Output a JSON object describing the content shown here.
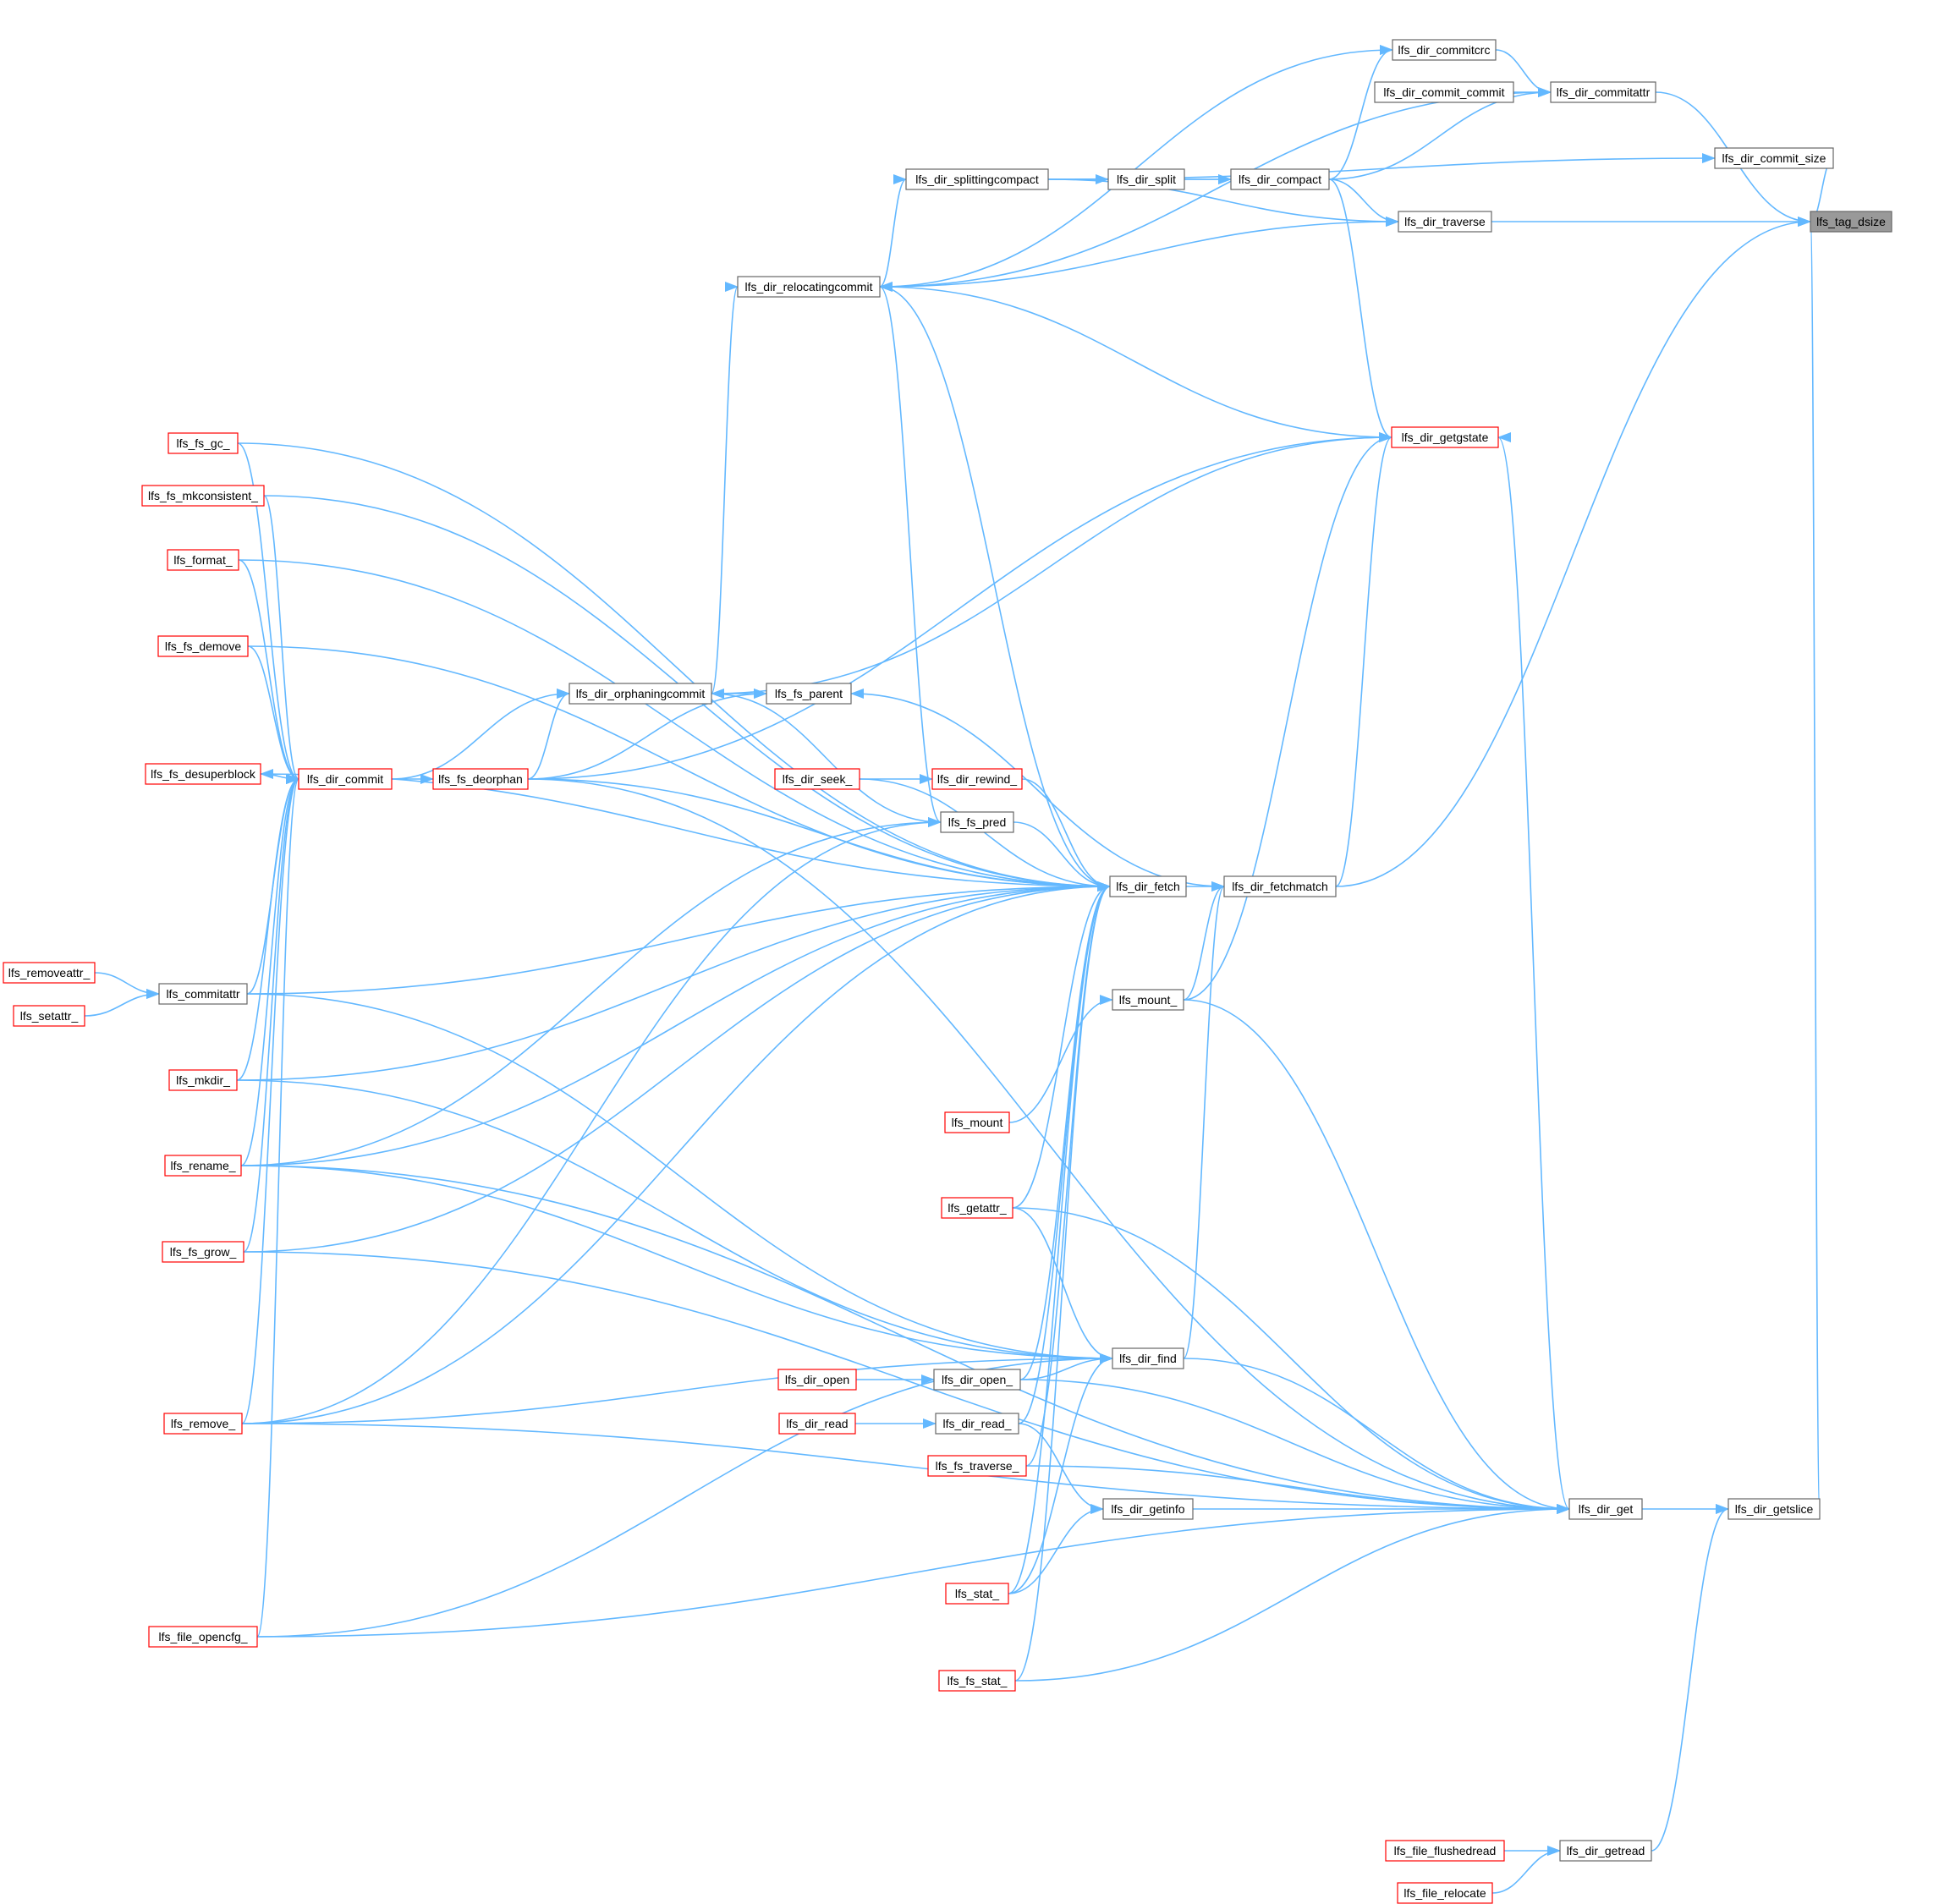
{
  "diagram": {
    "nodes": [
      {
        "id": "lfs_tag_dsize",
        "label": "lfs_tag_dsize",
        "style": "focus"
      },
      {
        "id": "lfs_dir_commitattr",
        "label": "lfs_dir_commitattr",
        "style": "plain"
      },
      {
        "id": "lfs_dir_commit_size",
        "label": "lfs_dir_commit_size",
        "style": "plain"
      },
      {
        "id": "lfs_dir_traverse",
        "label": "lfs_dir_traverse",
        "style": "plain"
      },
      {
        "id": "lfs_dir_commitcrc",
        "label": "lfs_dir_commitcrc",
        "style": "plain"
      },
      {
        "id": "lfs_dir_commit_commit",
        "label": "lfs_dir_commit_commit",
        "style": "plain"
      },
      {
        "id": "lfs_dir_compact",
        "label": "lfs_dir_compact",
        "style": "plain"
      },
      {
        "id": "lfs_dir_split",
        "label": "lfs_dir_split",
        "style": "plain"
      },
      {
        "id": "lfs_dir_splittingcompact",
        "label": "lfs_dir_splittingcompact",
        "style": "plain"
      },
      {
        "id": "lfs_dir_relocatingcommit",
        "label": "lfs_dir_relocatingcommit",
        "style": "plain"
      },
      {
        "id": "lfs_dir_getgstate",
        "label": "lfs_dir_getgstate",
        "style": "red"
      },
      {
        "id": "lfs_dir_orphaningcommit",
        "label": "lfs_dir_orphaningcommit",
        "style": "plain"
      },
      {
        "id": "lfs_fs_parent",
        "label": "lfs_fs_parent",
        "style": "plain"
      },
      {
        "id": "lfs_dir_commit",
        "label": "lfs_dir_commit",
        "style": "red"
      },
      {
        "id": "lfs_fs_deorphan",
        "label": "lfs_fs_deorphan",
        "style": "red"
      },
      {
        "id": "lfs_dir_seek_",
        "label": "lfs_dir_seek_",
        "style": "red"
      },
      {
        "id": "lfs_dir_rewind_",
        "label": "lfs_dir_rewind_",
        "style": "red"
      },
      {
        "id": "lfs_fs_pred",
        "label": "lfs_fs_pred",
        "style": "plain"
      },
      {
        "id": "lfs_dir_fetch",
        "label": "lfs_dir_fetch",
        "style": "plain"
      },
      {
        "id": "lfs_dir_fetchmatch",
        "label": "lfs_dir_fetchmatch",
        "style": "plain"
      },
      {
        "id": "lfs_mount_",
        "label": "lfs_mount_",
        "style": "plain"
      },
      {
        "id": "lfs_mount",
        "label": "lfs_mount",
        "style": "red"
      },
      {
        "id": "lfs_fs_gc_",
        "label": "lfs_fs_gc_",
        "style": "red"
      },
      {
        "id": "lfs_fs_mkconsistent_",
        "label": "lfs_fs_mkconsistent_",
        "style": "red"
      },
      {
        "id": "lfs_format_",
        "label": "lfs_format_",
        "style": "red"
      },
      {
        "id": "lfs_fs_demove",
        "label": "lfs_fs_demove",
        "style": "red"
      },
      {
        "id": "lfs_fs_desuperblock",
        "label": "lfs_fs_desuperblock",
        "style": "red"
      },
      {
        "id": "lfs_removeattr_",
        "label": "lfs_removeattr_",
        "style": "red"
      },
      {
        "id": "lfs_setattr_",
        "label": "lfs_setattr_",
        "style": "red"
      },
      {
        "id": "lfs_commitattr",
        "label": "lfs_commitattr",
        "style": "plain"
      },
      {
        "id": "lfs_mkdir_",
        "label": "lfs_mkdir_",
        "style": "red"
      },
      {
        "id": "lfs_rename_",
        "label": "lfs_rename_",
        "style": "red"
      },
      {
        "id": "lfs_fs_grow_",
        "label": "lfs_fs_grow_",
        "style": "red"
      },
      {
        "id": "lfs_remove_",
        "label": "lfs_remove_",
        "style": "red"
      },
      {
        "id": "lfs_file_opencfg_",
        "label": "lfs_file_opencfg_",
        "style": "red"
      },
      {
        "id": "lfs_getattr_",
        "label": "lfs_getattr_",
        "style": "red"
      },
      {
        "id": "lfs_dir_find",
        "label": "lfs_dir_find",
        "style": "plain"
      },
      {
        "id": "lfs_dir_open",
        "label": "lfs_dir_open",
        "style": "red"
      },
      {
        "id": "lfs_dir_open_",
        "label": "lfs_dir_open_",
        "style": "plain"
      },
      {
        "id": "lfs_dir_read",
        "label": "lfs_dir_read",
        "style": "red"
      },
      {
        "id": "lfs_dir_read_",
        "label": "lfs_dir_read_",
        "style": "plain"
      },
      {
        "id": "lfs_fs_traverse_",
        "label": "lfs_fs_traverse_",
        "style": "red"
      },
      {
        "id": "lfs_dir_getinfo",
        "label": "lfs_dir_getinfo",
        "style": "plain"
      },
      {
        "id": "lfs_stat_",
        "label": "lfs_stat_",
        "style": "red"
      },
      {
        "id": "lfs_fs_stat_",
        "label": "lfs_fs_stat_",
        "style": "red"
      },
      {
        "id": "lfs_dir_get",
        "label": "lfs_dir_get",
        "style": "plain"
      },
      {
        "id": "lfs_dir_getslice",
        "label": "lfs_dir_getslice",
        "style": "plain"
      },
      {
        "id": "lfs_file_flushedread",
        "label": "lfs_file_flushedread",
        "style": "red"
      },
      {
        "id": "lfs_dir_getread",
        "label": "lfs_dir_getread",
        "style": "plain"
      },
      {
        "id": "lfs_file_relocate",
        "label": "lfs_file_relocate",
        "style": "red"
      }
    ],
    "edges": [
      [
        "lfs_dir_commitattr",
        "lfs_tag_dsize"
      ],
      [
        "lfs_dir_commit_size",
        "lfs_tag_dsize"
      ],
      [
        "lfs_dir_traverse",
        "lfs_tag_dsize"
      ],
      [
        "lfs_dir_fetchmatch",
        "lfs_tag_dsize"
      ],
      [
        "lfs_dir_getslice",
        "lfs_tag_dsize"
      ],
      [
        "lfs_dir_commitcrc",
        "lfs_dir_commitattr"
      ],
      [
        "lfs_dir_commit_commit",
        "lfs_dir_commitattr"
      ],
      [
        "lfs_dir_compact",
        "lfs_dir_commitattr"
      ],
      [
        "lfs_dir_relocatingcommit",
        "lfs_dir_commitattr"
      ],
      [
        "lfs_dir_compact",
        "lfs_dir_commitcrc"
      ],
      [
        "lfs_dir_relocatingcommit",
        "lfs_dir_commitcrc"
      ],
      [
        "lfs_dir_splittingcompact",
        "lfs_dir_commit_size"
      ],
      [
        "lfs_dir_split",
        "lfs_dir_compact"
      ],
      [
        "lfs_dir_splittingcompact",
        "lfs_dir_compact"
      ],
      [
        "lfs_dir_splittingcompact",
        "lfs_dir_split"
      ],
      [
        "lfs_dir_relocatingcommit",
        "lfs_dir_splittingcompact"
      ],
      [
        "lfs_dir_compact",
        "lfs_dir_traverse"
      ],
      [
        "lfs_dir_splittingcompact",
        "lfs_dir_traverse"
      ],
      [
        "lfs_dir_relocatingcommit",
        "lfs_dir_traverse"
      ],
      [
        "lfs_dir_orphaningcommit",
        "lfs_dir_relocatingcommit"
      ],
      [
        "lfs_fs_pred",
        "lfs_dir_relocatingcommit"
      ],
      [
        "lfs_dir_fetch",
        "lfs_dir_relocatingcommit"
      ],
      [
        "lfs_dir_relocatingcommit",
        "lfs_dir_getgstate"
      ],
      [
        "lfs_dir_compact",
        "lfs_dir_getgstate"
      ],
      [
        "lfs_dir_orphaningcommit",
        "lfs_dir_getgstate"
      ],
      [
        "lfs_fs_deorphan",
        "lfs_dir_getgstate"
      ],
      [
        "lfs_dir_fetchmatch",
        "lfs_dir_getgstate"
      ],
      [
        "lfs_mount_",
        "lfs_dir_getgstate"
      ],
      [
        "lfs_dir_get",
        "lfs_dir_getgstate"
      ],
      [
        "lfs_dir_commit",
        "lfs_dir_orphaningcommit"
      ],
      [
        "lfs_fs_deorphan",
        "lfs_dir_orphaningcommit"
      ],
      [
        "lfs_fs_pred",
        "lfs_dir_orphaningcommit"
      ],
      [
        "lfs_dir_orphaningcommit",
        "lfs_fs_parent"
      ],
      [
        "lfs_fs_deorphan",
        "lfs_fs_parent"
      ],
      [
        "lfs_dir_fetchmatch",
        "lfs_fs_parent"
      ],
      [
        "lfs_dir_commit",
        "lfs_fs_deorphan"
      ],
      [
        "lfs_dir_seek_",
        "lfs_dir_rewind_"
      ],
      [
        "lfs_dir_rewind_",
        "lfs_dir_fetch"
      ],
      [
        "lfs_fs_pred",
        "lfs_dir_fetch"
      ],
      [
        "lfs_fs_deorphan",
        "lfs_dir_fetch"
      ],
      [
        "lfs_dir_seek_",
        "lfs_dir_fetch"
      ],
      [
        "lfs_fs_gc_",
        "lfs_dir_fetch"
      ],
      [
        "lfs_fs_mkconsistent_",
        "lfs_dir_fetch"
      ],
      [
        "lfs_format_",
        "lfs_dir_fetch"
      ],
      [
        "lfs_fs_demove",
        "lfs_dir_fetch"
      ],
      [
        "lfs_fs_desuperblock",
        "lfs_dir_fetch"
      ],
      [
        "lfs_commitattr",
        "lfs_dir_fetch"
      ],
      [
        "lfs_mkdir_",
        "lfs_dir_fetch"
      ],
      [
        "lfs_rename_",
        "lfs_dir_fetch"
      ],
      [
        "lfs_fs_grow_",
        "lfs_dir_fetch"
      ],
      [
        "lfs_remove_",
        "lfs_dir_fetch"
      ],
      [
        "lfs_getattr_",
        "lfs_dir_fetch"
      ],
      [
        "lfs_dir_open_",
        "lfs_dir_fetch"
      ],
      [
        "lfs_dir_read_",
        "lfs_dir_fetch"
      ],
      [
        "lfs_fs_traverse_",
        "lfs_dir_fetch"
      ],
      [
        "lfs_stat_",
        "lfs_dir_fetch"
      ],
      [
        "lfs_fs_stat_",
        "lfs_dir_fetch"
      ],
      [
        "lfs_dir_fetch",
        "lfs_dir_fetchmatch"
      ],
      [
        "lfs_mount_",
        "lfs_dir_fetchmatch"
      ],
      [
        "lfs_dir_find",
        "lfs_dir_fetchmatch"
      ],
      [
        "lfs_mount",
        "lfs_mount_"
      ],
      [
        "lfs_fs_gc_",
        "lfs_dir_commit"
      ],
      [
        "lfs_fs_mkconsistent_",
        "lfs_dir_commit"
      ],
      [
        "lfs_format_",
        "lfs_dir_commit"
      ],
      [
        "lfs_fs_demove",
        "lfs_dir_commit"
      ],
      [
        "lfs_commitattr",
        "lfs_dir_commit"
      ],
      [
        "lfs_mkdir_",
        "lfs_dir_commit"
      ],
      [
        "lfs_rename_",
        "lfs_dir_commit"
      ],
      [
        "lfs_fs_grow_",
        "lfs_dir_commit"
      ],
      [
        "lfs_remove_",
        "lfs_dir_commit"
      ],
      [
        "lfs_file_opencfg_",
        "lfs_dir_commit"
      ],
      [
        "lfs_dir_commit",
        "lfs_fs_desuperblock"
      ],
      [
        "lfs_removeattr_",
        "lfs_commitattr"
      ],
      [
        "lfs_setattr_",
        "lfs_commitattr"
      ],
      [
        "lfs_rename_",
        "lfs_fs_pred"
      ],
      [
        "lfs_remove_",
        "lfs_fs_pred"
      ],
      [
        "lfs_commitattr",
        "lfs_dir_find"
      ],
      [
        "lfs_mkdir_",
        "lfs_dir_find"
      ],
      [
        "lfs_rename_",
        "lfs_dir_find"
      ],
      [
        "lfs_remove_",
        "lfs_dir_find"
      ],
      [
        "lfs_file_opencfg_",
        "lfs_dir_find"
      ],
      [
        "lfs_getattr_",
        "lfs_dir_find"
      ],
      [
        "lfs_dir_open_",
        "lfs_dir_find"
      ],
      [
        "lfs_stat_",
        "lfs_dir_find"
      ],
      [
        "lfs_dir_open",
        "lfs_dir_open_"
      ],
      [
        "lfs_dir_read",
        "lfs_dir_read_"
      ],
      [
        "lfs_dir_read_",
        "lfs_dir_getinfo"
      ],
      [
        "lfs_stat_",
        "lfs_dir_getinfo"
      ],
      [
        "lfs_mount_",
        "lfs_dir_get"
      ],
      [
        "lfs_getattr_",
        "lfs_dir_get"
      ],
      [
        "lfs_dir_find",
        "lfs_dir_get"
      ],
      [
        "lfs_dir_open_",
        "lfs_dir_get"
      ],
      [
        "lfs_dir_getinfo",
        "lfs_dir_get"
      ],
      [
        "lfs_fs_traverse_",
        "lfs_dir_get"
      ],
      [
        "lfs_fs_stat_",
        "lfs_dir_get"
      ],
      [
        "lfs_fs_deorphan",
        "lfs_dir_get"
      ],
      [
        "lfs_rename_",
        "lfs_dir_get"
      ],
      [
        "lfs_fs_grow_",
        "lfs_dir_get"
      ],
      [
        "lfs_remove_",
        "lfs_dir_get"
      ],
      [
        "lfs_file_opencfg_",
        "lfs_dir_get"
      ],
      [
        "lfs_dir_get",
        "lfs_dir_getslice"
      ],
      [
        "lfs_dir_getread",
        "lfs_dir_getslice"
      ],
      [
        "lfs_file_flushedread",
        "lfs_dir_getread"
      ],
      [
        "lfs_file_relocate",
        "lfs_dir_getread"
      ]
    ],
    "colors": {
      "edge": "#63b8ff",
      "plain_border": "#666666",
      "red_border": "#ff0000",
      "focus_fill": "#999999",
      "focus_border": "#666666",
      "node_fill": "#ffffff",
      "text": "#000000"
    }
  }
}
